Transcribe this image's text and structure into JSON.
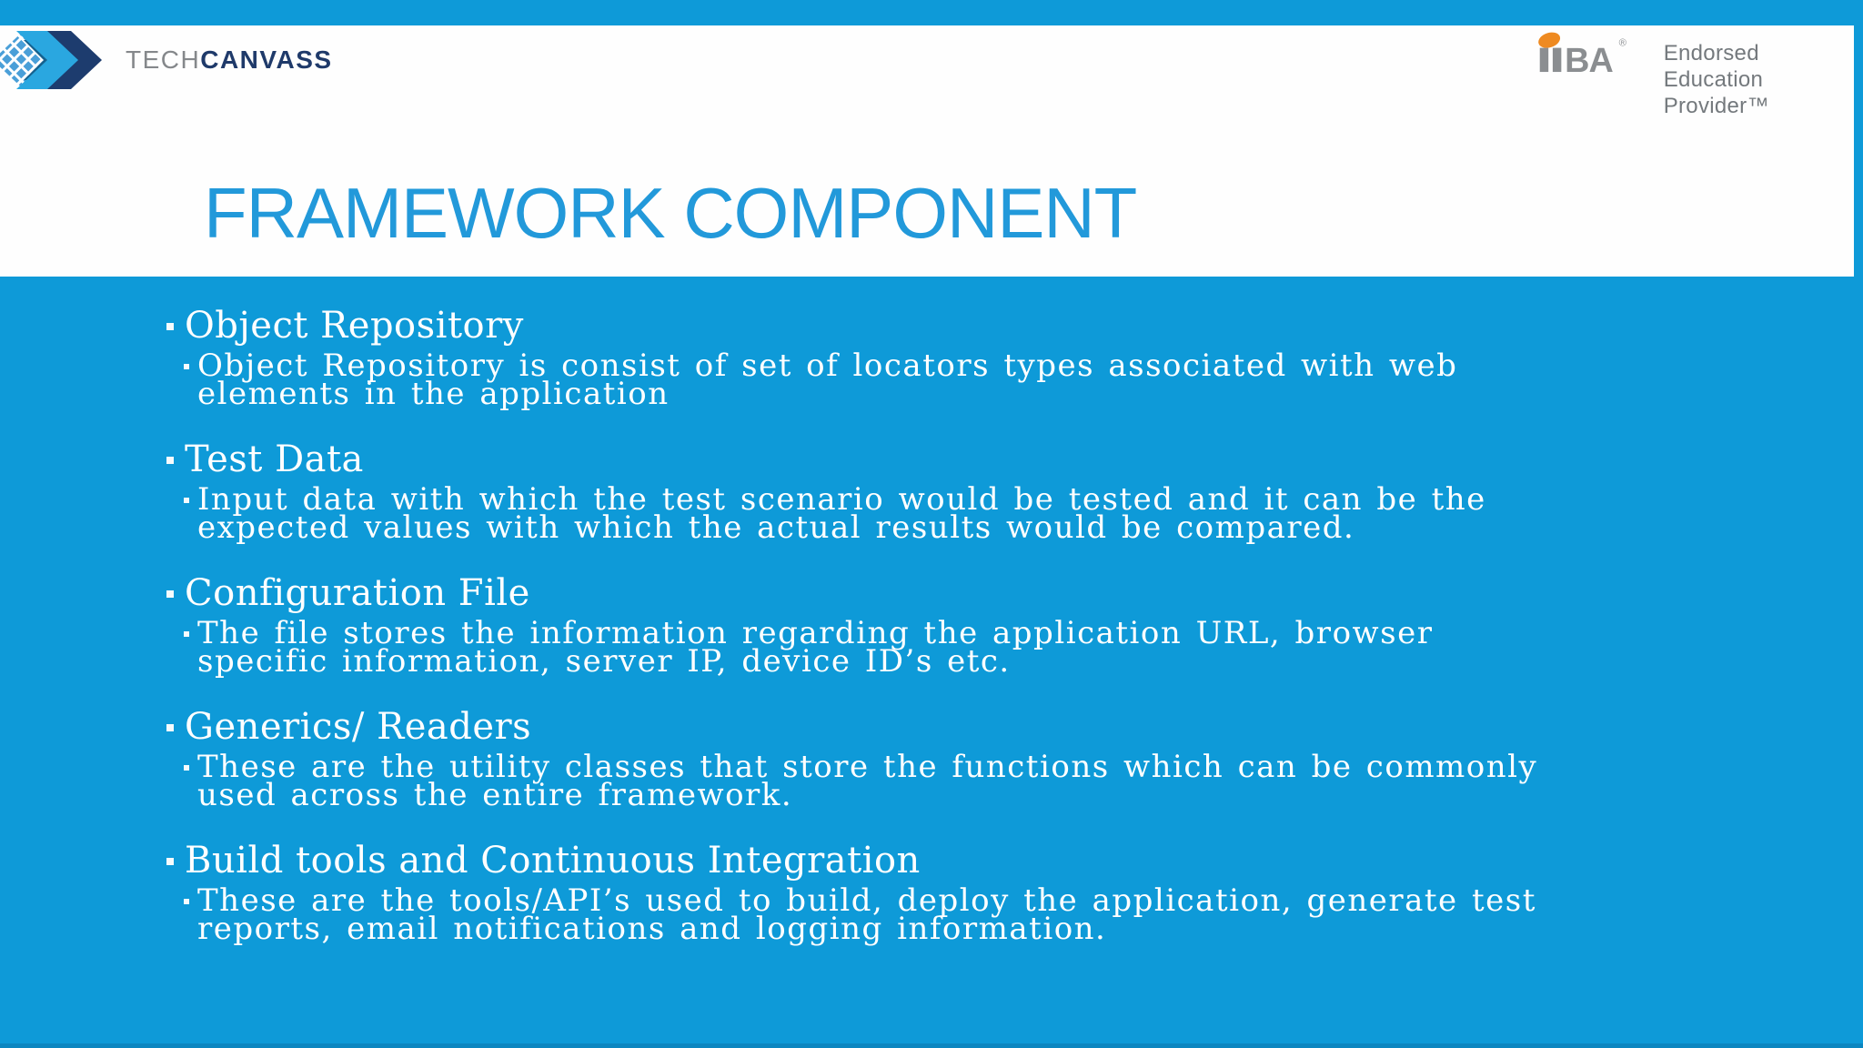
{
  "title": "FRAMEWORK COMPONENT",
  "branding": {
    "techcanvass": {
      "part1": "TECH",
      "part2": "CANVASS"
    },
    "iiba": {
      "wordmark": "BA",
      "registered": "®",
      "endorsement_line1": "Endorsed Education",
      "endorsement_line2": "Provider™"
    }
  },
  "colors": {
    "background_blue": "#0e9ad8",
    "title_blue": "#2299da",
    "header_white": "#fefefe",
    "body_text_white": "#ffffff",
    "tech_gray": "#85888b",
    "canvass_navy": "#1f3a6a",
    "iiba_gray": "#8b8e91",
    "iiba_orange": "#ee8a21",
    "endorsement_gray": "#74797d"
  },
  "sections": [
    {
      "heading": "Object Repository",
      "body_lines": [
        "Object Repository is consist of set of locators types associated with web",
        "elements in the application"
      ]
    },
    {
      "heading": "Test Data",
      "body_lines": [
        "Input data with which the test scenario would be tested and it can be the",
        "expected values with which the actual results would be compared."
      ]
    },
    {
      "heading": "Configuration File",
      "body_lines": [
        "The file stores the information regarding the application URL, browser",
        "specific information, server IP, device ID’s  etc."
      ]
    },
    {
      "heading": "Generics/ Readers",
      "body_lines": [
        "These are the utility classes that store the functions which can be commonly",
        "used across the entire framework."
      ]
    },
    {
      "heading": "Build tools and Continuous Integration",
      "body_lines": [
        "These are the tools/API’s used to build, deploy the application, generate test",
        "reports, email notifications and logging information."
      ]
    }
  ]
}
